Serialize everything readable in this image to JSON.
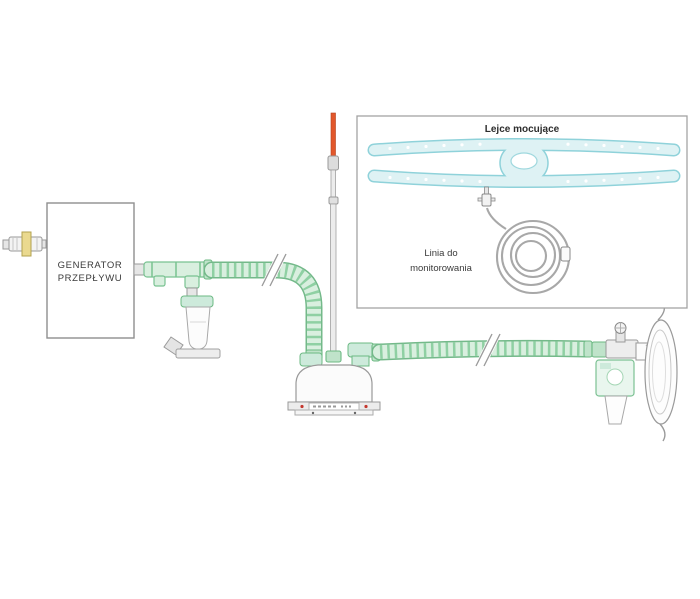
{
  "diagram": {
    "generator": {
      "line1": "GENERATOR",
      "line2": "PRZEPŁYWU"
    },
    "inset": {
      "title": "Lejce mocujące",
      "monitoring_line1": "Linia do",
      "monitoring_line2": "monitorowania"
    },
    "colors": {
      "tube_green_light": "#d9efdf",
      "tube_green_mid": "#8fd0a3",
      "tube_green_dark": "#6cb983",
      "strap_teal_light": "#def2f4",
      "strap_teal": "#8fd2da",
      "orange_tip": "#e2572b",
      "yellow_band": "#ead98f",
      "outline_gray": "#9a9a9a",
      "text": "#3a3a3a"
    }
  }
}
